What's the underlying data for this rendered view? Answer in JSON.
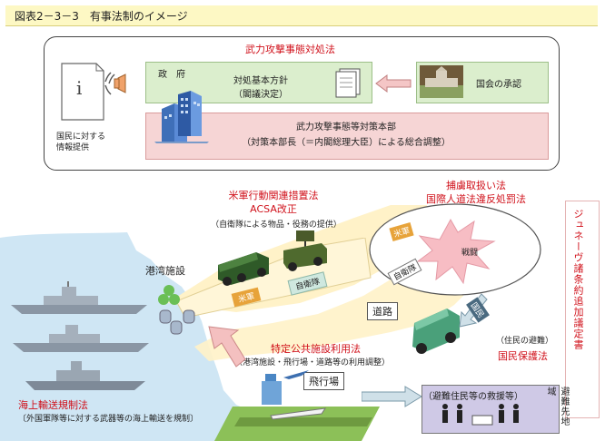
{
  "header": {
    "title": "図表2－3－3　有事法制のイメージ"
  },
  "top": {
    "law_title": "武力攻撃事態対処法",
    "info_caption": "国民に対する\n情報提供",
    "gov_label": "政　府",
    "policy_line1": "対処基本方針",
    "policy_line2": "（閣議決定）",
    "diet_label": "国会の承認",
    "hq_line1": "武力攻撃事態等対策本部",
    "hq_line2": "（対策本部長（＝内閣総理大臣）による総合調整）"
  },
  "middle": {
    "us_law_line1": "米軍行動関連措置法",
    "us_law_line2": "ACSA改正",
    "us_law_note": "（自衛隊による物品・役務の提供）",
    "pow_law_line1": "捕虜取扱い法",
    "pow_law_line2": "国際人道法違反処罰法",
    "battle_label": "戦闘",
    "us_forces_tag": "米軍",
    "sdf_tag_diag": "自衛隊",
    "sdf_tag": "自衛隊",
    "us_forces_tag2": "米軍",
    "port_label": "港湾施設",
    "road_label": "道路",
    "national_tag": "国民",
    "geneva_label": "ジュネーヴ諸条約追加議定書"
  },
  "lower": {
    "facility_law": "特定公共施設利用法",
    "facility_note": "（港湾施設・飛行場・道路等の利用調整）",
    "airport_label": "飛行場",
    "evacuation_note": "（住民の避難）",
    "protection_law": "国民保護法",
    "rescue_label": "（避難住民等の救援等）",
    "evac_area": "避難先地域",
    "maritime_law": "海上輸送規制法",
    "maritime_note": "〔外国軍隊等に対する武器等の海上輸送を規制〕"
  },
  "colors": {
    "accent_red": "#d0101a",
    "header_bg": "#fdf8c4",
    "green_band": "#dbeecd",
    "pink_band": "#f6d5d5",
    "sea": "#cfe6f4",
    "road": "#fff2c8"
  }
}
